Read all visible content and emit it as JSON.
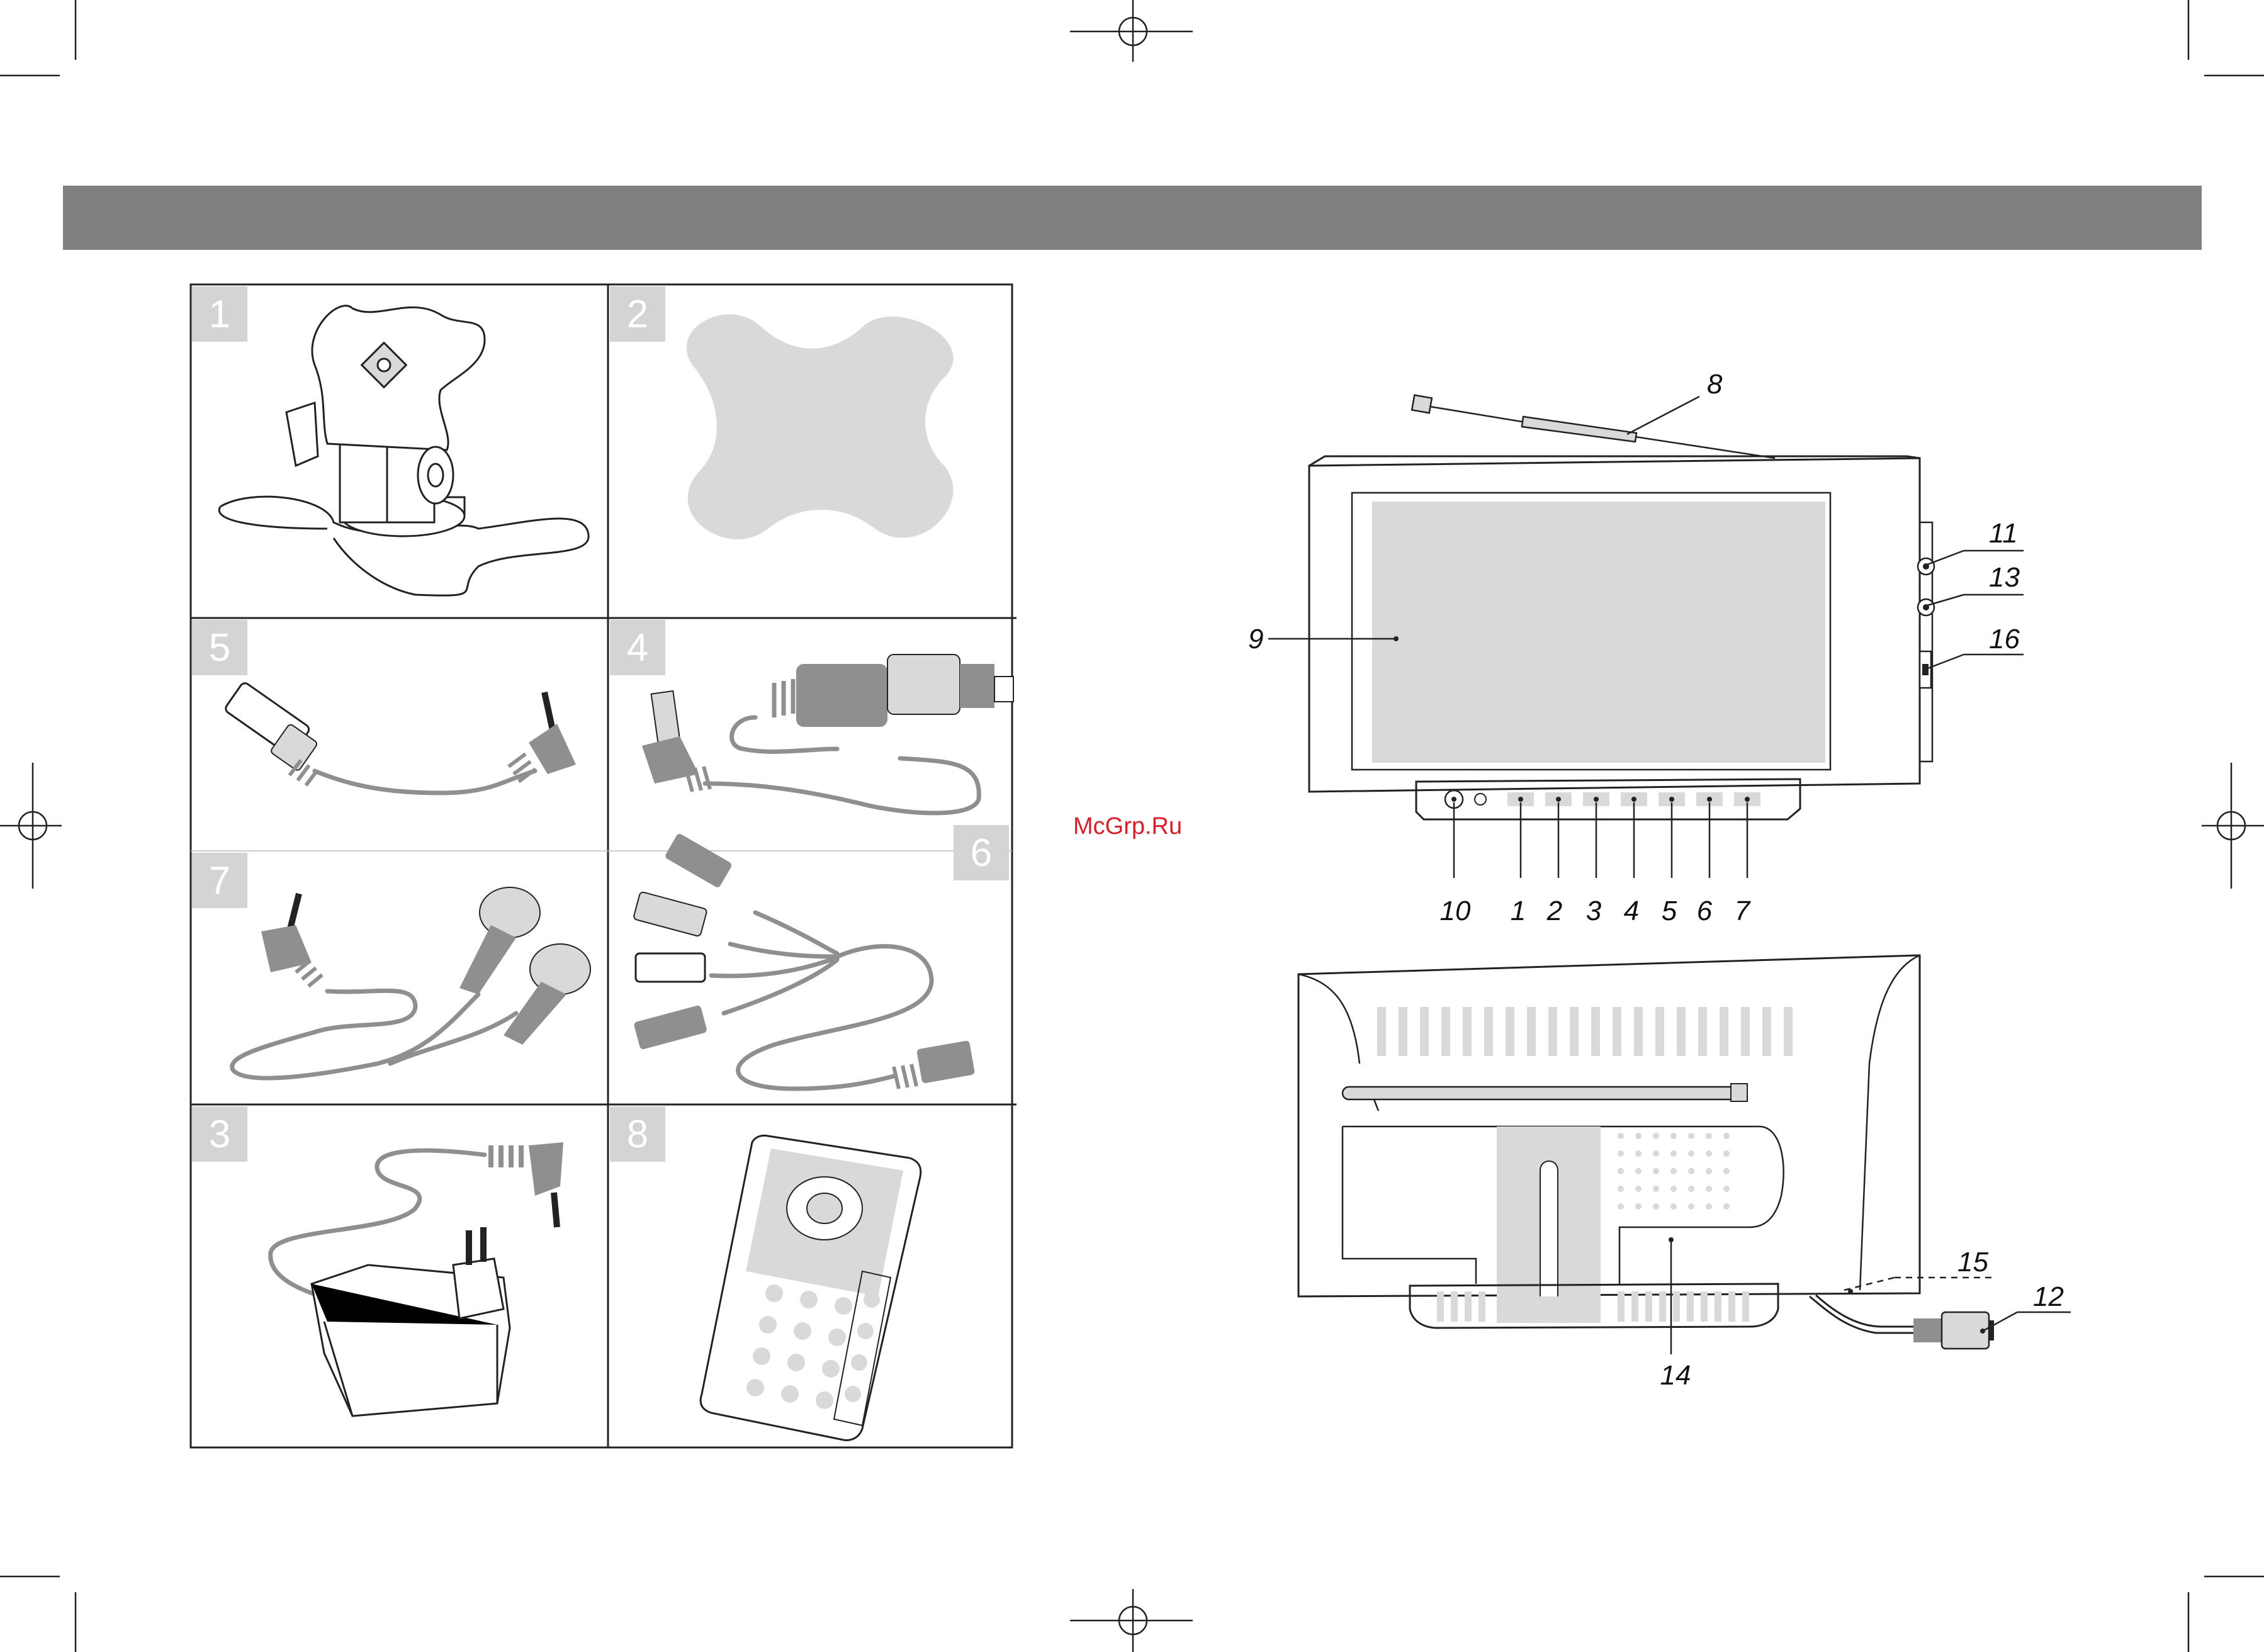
{
  "watermark": "McGrp.Ru",
  "colors": {
    "header_band": "#808080",
    "panel_badge": "#d4d4d6",
    "part_fill": "#d9d9dc",
    "cable_gray": "#8f8f8f",
    "watermark": "#d4202a"
  },
  "accessory_panels": [
    {
      "number": "1",
      "item": "stand"
    },
    {
      "number": "2",
      "item": "adhesive-pad"
    },
    {
      "number": "5",
      "item": "av-cable"
    },
    {
      "number": "4",
      "item": "car-adapter"
    },
    {
      "number": "7",
      "item": "earphones"
    },
    {
      "number": "6",
      "item": "rca-cable"
    },
    {
      "number": "3",
      "item": "ac-adapter"
    },
    {
      "number": "8",
      "item": "remote-control"
    }
  ],
  "front_callouts": {
    "antenna": "8",
    "screen": "9",
    "jack_11": "11",
    "jack_13": "13",
    "switch_16": "16",
    "sensor": "10",
    "buttons": [
      "1",
      "2",
      "3",
      "4",
      "5",
      "6",
      "7"
    ]
  },
  "rear_callouts": {
    "speaker": "14",
    "cable_15": "15",
    "plug_12": "12"
  }
}
